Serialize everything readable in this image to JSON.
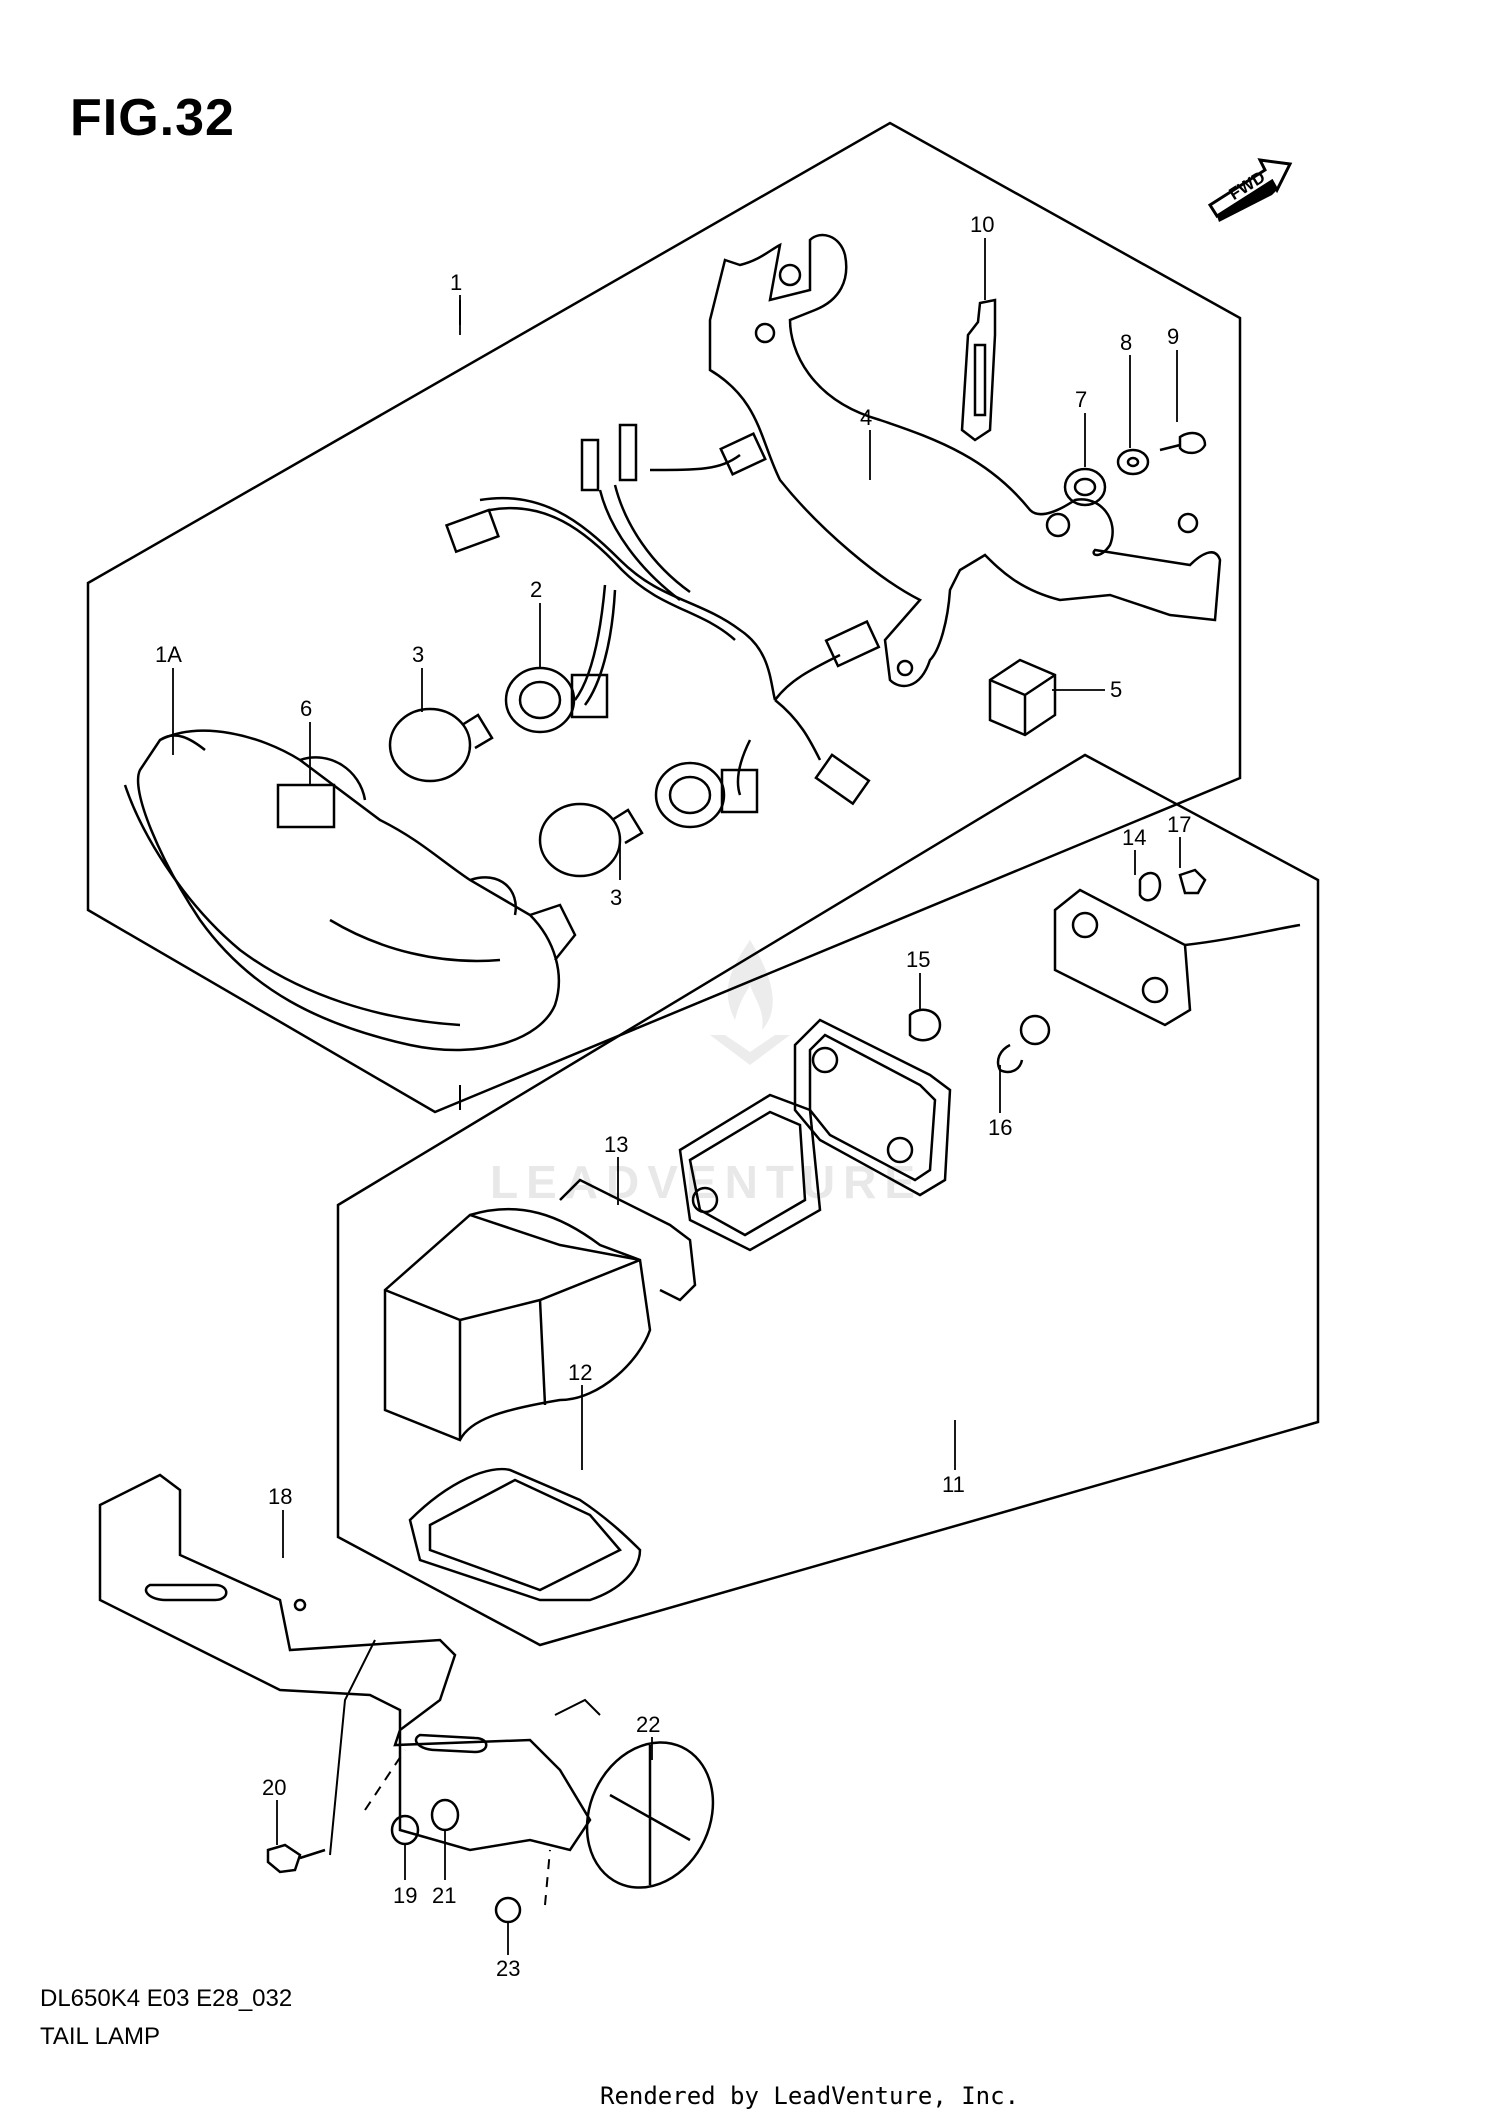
{
  "figure": {
    "title": "FIG.32",
    "code": "DL650K4 E03 E28_032",
    "name": "TAIL LAMP",
    "credit": "Rendered by LeadVenture, Inc.",
    "fwd_label": "FWD",
    "watermark": "LEADVENTURE"
  },
  "callouts": {
    "c1": "1",
    "c1a": "1A",
    "c2": "2",
    "c3a": "3",
    "c3b": "3",
    "c4": "4",
    "c5": "5",
    "c6": "6",
    "c7": "7",
    "c8": "8",
    "c9": "9",
    "c10": "10",
    "c11": "11",
    "c12": "12",
    "c13": "13",
    "c14": "14",
    "c15": "15",
    "c16": "16",
    "c17": "17",
    "c18": "18",
    "c19": "19",
    "c20": "20",
    "c21": "21",
    "c22": "22",
    "c23": "23"
  }
}
